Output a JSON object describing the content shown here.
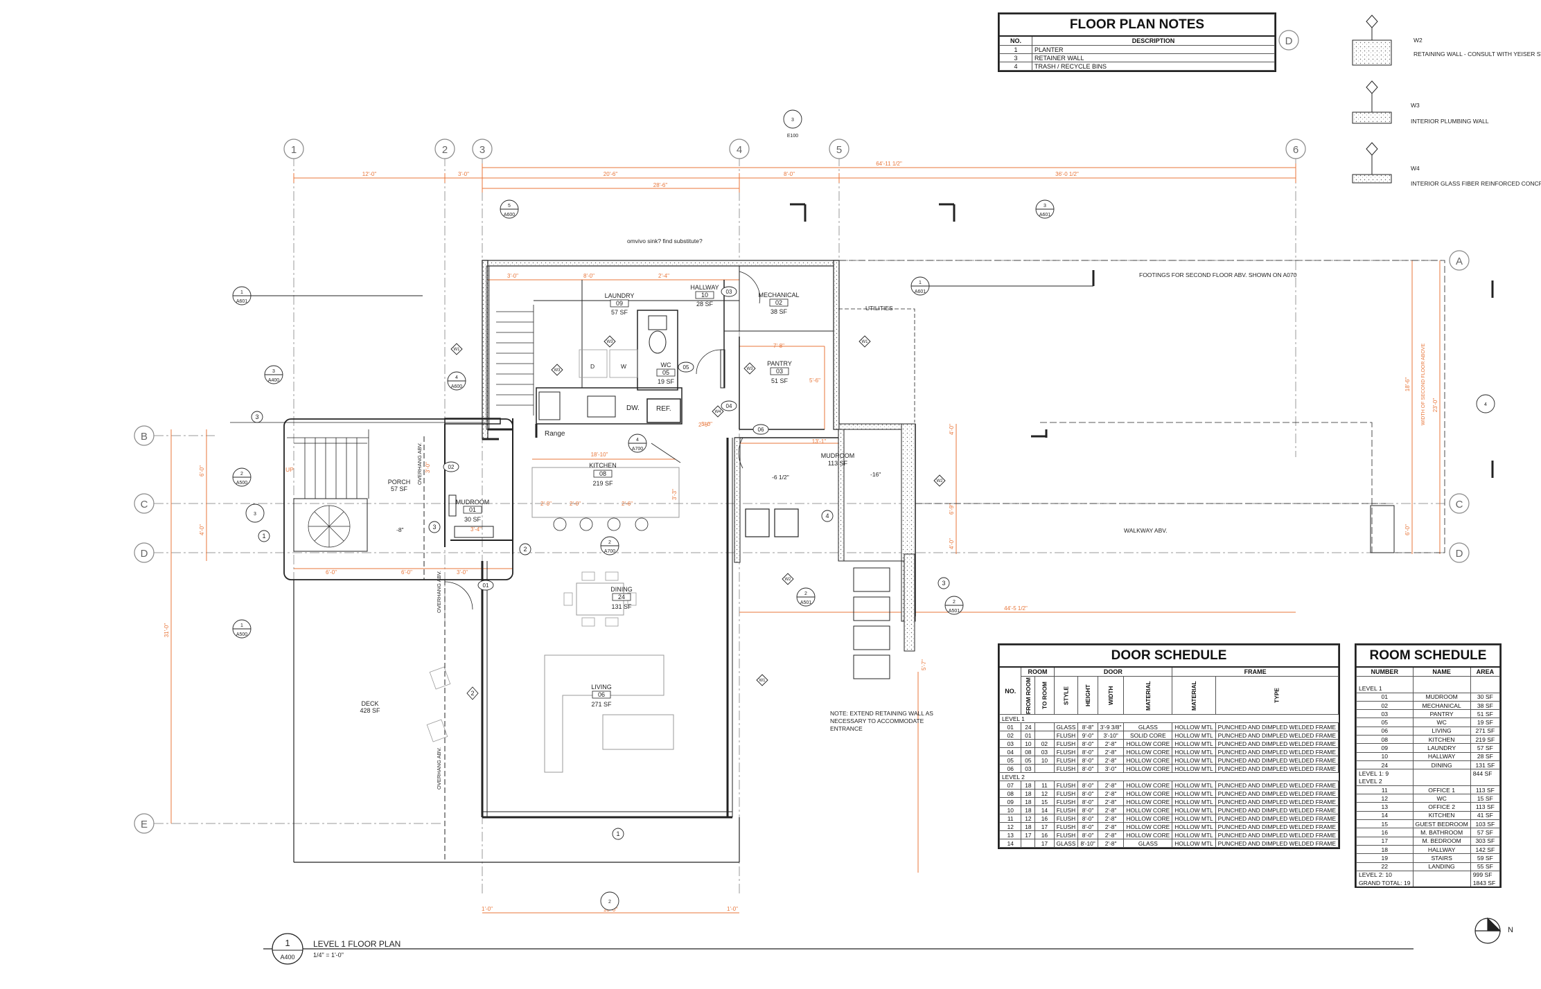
{
  "sheet": {
    "drawing_number": "1",
    "drawing_sheet": "A400",
    "title": "LEVEL 1 FLOOR PLAN",
    "scale": "1/4\" = 1'-0\""
  },
  "grid": {
    "columns": [
      "1",
      "2",
      "3",
      "4",
      "5",
      "6"
    ],
    "rows": [
      "A",
      "B",
      "C",
      "D",
      "E"
    ],
    "right_rows": [
      "A",
      "C",
      "D"
    ],
    "legend_row": "D"
  },
  "dimensions": {
    "top": [
      "12'-0\"",
      "3'-0\"",
      "20'-6\"",
      "8'-0\"",
      "36'-0 1/2\""
    ],
    "top_overall": [
      "28'-6\"",
      "64'-11 1/2\""
    ],
    "interior": [
      "3'-0\"",
      "8'-0\"",
      "2'-4\"",
      "7'-8\"",
      "5'-6\"",
      "18'-10\"",
      "13'-1\"",
      "2'-0\"",
      "2'-0\"",
      "2'-6\"",
      "3'-4\"",
      "2'-6\"",
      "6'-0\"",
      "6'-0\"",
      "3'-0\"",
      "3'-0\"",
      "4'-0\"",
      "3'-3\"",
      "6'-9\"",
      "3'-0\"",
      "4'-0\"",
      "44'-5 1/2\"",
      "5'-7\""
    ],
    "left": [
      "31'-0\"",
      "6'-0\"",
      "4'-0\""
    ],
    "right": [
      "18'-6\"",
      "23'-0\"",
      "6'-0\""
    ],
    "bottom": [
      "1'-0\"",
      "18'-0\"",
      "1'-0\""
    ],
    "side_label": "WIDTH OF SECOND FLOOR ABOVE"
  },
  "rooms_on_plan": [
    {
      "name": "LAUNDRY",
      "num": "09",
      "area": "57 SF"
    },
    {
      "name": "HALLWAY",
      "num": "10",
      "area": "28 SF"
    },
    {
      "name": "MECHANICAL",
      "num": "02",
      "area": "38 SF"
    },
    {
      "name": "WC",
      "num": "05",
      "area": "19 SF"
    },
    {
      "name": "PANTRY",
      "num": "03",
      "area": "51 SF"
    },
    {
      "name": "KITCHEN",
      "num": "08",
      "area": "219 SF"
    },
    {
      "name": "MUDROOM",
      "num": "01",
      "area": "30 SF"
    },
    {
      "name": "DINING",
      "num": "24",
      "area": "131 SF"
    },
    {
      "name": "LIVING",
      "num": "06",
      "area": "271 SF"
    }
  ],
  "annotations": {
    "sink_note": "omvivo sink? find substitute?",
    "footings_note": "FOOTINGS FOR SECOND FLOOR ABV. SHOWN ON A070",
    "utilities": "UTILITIES",
    "walkway": "WALKWAY ABV.",
    "retaining_note": [
      "NOTE: EXTEND RETAINING WALL AS",
      "NECESSARY TO ACCOMMODATE",
      "ENTRANCE"
    ],
    "overhang": "OVERHANG ABV.",
    "porch": {
      "name": "PORCH",
      "area": "57 SF"
    },
    "deck": {
      "name": "DECK",
      "area": "428 SF"
    },
    "mudroom_east": {
      "name": "MUDROOM",
      "area": "113 SF"
    },
    "range": "Range",
    "dw": "DW.",
    "ref": "REF.",
    "up": "UP",
    "d": "D",
    "w": "W",
    "elev_1": "-6 1/2\"",
    "elev_2": "-16\"",
    "elev_3": "-8\""
  },
  "tags": {
    "doors": [
      "01",
      "02",
      "03",
      "04",
      "05",
      "06"
    ],
    "walls": [
      "W1",
      "W2",
      "W3",
      "W4"
    ],
    "keynotes": [
      "1",
      "2",
      "3",
      "4"
    ],
    "section_refs": [
      "A500",
      "A501",
      "A600",
      "A601",
      "A700",
      "E100",
      "A400"
    ],
    "section_nums": [
      "1",
      "2",
      "3",
      "4",
      "5"
    ]
  },
  "floor_plan_notes": {
    "title": "FLOOR PLAN NOTES",
    "headers": [
      "NO.",
      "DESCRIPTION"
    ],
    "rows": [
      [
        "1",
        "PLANTER"
      ],
      [
        "3",
        "RETAINER WALL"
      ],
      [
        "4",
        "TRASH / RECYCLE BINS"
      ]
    ]
  },
  "wall_types": [
    {
      "id": "W2",
      "description": "RETAINING WALL - CONSULT WITH YEISER STRUCT"
    },
    {
      "id": "W3",
      "description": "INTERIOR PLUMBING WALL"
    },
    {
      "id": "W4",
      "description": "INTERIOR GLASS FIBER REINFORCED CONCRETE"
    }
  ],
  "door_schedule": {
    "title": "DOOR SCHEDULE",
    "group_headers": [
      "ROOM",
      "DOOR",
      "FRAME"
    ],
    "headers": [
      "NO.",
      "FROM ROOM",
      "TO ROOM",
      "STYLE",
      "HEIGHT",
      "WIDTH",
      "MATERIAL",
      "MATERIAL",
      "TYPE"
    ],
    "sections": [
      {
        "label": "LEVEL 1",
        "rows": [
          [
            "01",
            "24",
            "",
            "GLASS",
            "8'-8\"",
            "3'-9 3/8\"",
            "GLASS",
            "HOLLOW MTL",
            "PUNCHED AND DIMPLED WELDED FRAME"
          ],
          [
            "02",
            "01",
            "",
            "FLUSH",
            "9'-0\"",
            "3'-10\"",
            "SOLID CORE",
            "HOLLOW MTL",
            "PUNCHED AND DIMPLED WELDED FRAME"
          ],
          [
            "03",
            "10",
            "02",
            "FLUSH",
            "8'-0\"",
            "2'-8\"",
            "HOLLOW CORE",
            "HOLLOW MTL",
            "PUNCHED AND DIMPLED WELDED FRAME"
          ],
          [
            "04",
            "08",
            "03",
            "FLUSH",
            "8'-0\"",
            "2'-8\"",
            "HOLLOW CORE",
            "HOLLOW MTL",
            "PUNCHED AND DIMPLED WELDED FRAME"
          ],
          [
            "05",
            "05",
            "10",
            "FLUSH",
            "8'-0\"",
            "2'-8\"",
            "HOLLOW CORE",
            "HOLLOW MTL",
            "PUNCHED AND DIMPLED WELDED FRAME"
          ],
          [
            "06",
            "03",
            "",
            "FLUSH",
            "8'-0\"",
            "3'-0\"",
            "HOLLOW CORE",
            "HOLLOW MTL",
            "PUNCHED AND DIMPLED WELDED FRAME"
          ]
        ]
      },
      {
        "label": "LEVEL 2",
        "rows": [
          [
            "07",
            "18",
            "11",
            "FLUSH",
            "8'-0\"",
            "2'-8\"",
            "HOLLOW CORE",
            "HOLLOW MTL",
            "PUNCHED AND DIMPLED WELDED FRAME"
          ],
          [
            "08",
            "18",
            "12",
            "FLUSH",
            "8'-0\"",
            "2'-8\"",
            "HOLLOW CORE",
            "HOLLOW MTL",
            "PUNCHED AND DIMPLED WELDED FRAME"
          ],
          [
            "09",
            "18",
            "15",
            "FLUSH",
            "8'-0\"",
            "2'-8\"",
            "HOLLOW CORE",
            "HOLLOW MTL",
            "PUNCHED AND DIMPLED WELDED FRAME"
          ],
          [
            "10",
            "18",
            "14",
            "FLUSH",
            "8'-0\"",
            "2'-8\"",
            "HOLLOW CORE",
            "HOLLOW MTL",
            "PUNCHED AND DIMPLED WELDED FRAME"
          ],
          [
            "11",
            "12",
            "16",
            "FLUSH",
            "8'-0\"",
            "2'-8\"",
            "HOLLOW CORE",
            "HOLLOW MTL",
            "PUNCHED AND DIMPLED WELDED FRAME"
          ],
          [
            "12",
            "18",
            "17",
            "FLUSH",
            "8'-0\"",
            "2'-8\"",
            "HOLLOW CORE",
            "HOLLOW MTL",
            "PUNCHED AND DIMPLED WELDED FRAME"
          ],
          [
            "13",
            "17",
            "16",
            "FLUSH",
            "8'-0\"",
            "2'-8\"",
            "HOLLOW CORE",
            "HOLLOW MTL",
            "PUNCHED AND DIMPLED WELDED FRAME"
          ],
          [
            "14",
            "",
            "17",
            "GLASS",
            "8'-10\"",
            "2'-8\"",
            "GLASS",
            "HOLLOW MTL",
            "PUNCHED AND DIMPLED WELDED FRAME"
          ]
        ]
      }
    ]
  },
  "room_schedule": {
    "title": "ROOM SCHEDULE",
    "headers": [
      "NUMBER",
      "NAME",
      "AREA"
    ],
    "rows": [
      {
        "type": "blank",
        "cells": [
          "",
          "",
          ""
        ]
      },
      {
        "type": "section",
        "cells": [
          "LEVEL 1",
          "",
          ""
        ]
      },
      {
        "type": "row",
        "cells": [
          "01",
          "MUDROOM",
          "30 SF"
        ]
      },
      {
        "type": "row",
        "cells": [
          "02",
          "MECHANICAL",
          "38 SF"
        ]
      },
      {
        "type": "row",
        "cells": [
          "03",
          "PANTRY",
          "51 SF"
        ]
      },
      {
        "type": "row",
        "cells": [
          "05",
          "WC",
          "19 SF"
        ]
      },
      {
        "type": "row",
        "cells": [
          "06",
          "LIVING",
          "271 SF"
        ]
      },
      {
        "type": "row",
        "cells": [
          "08",
          "KITCHEN",
          "219 SF"
        ]
      },
      {
        "type": "row",
        "cells": [
          "09",
          "LAUNDRY",
          "57 SF"
        ]
      },
      {
        "type": "row",
        "cells": [
          "10",
          "HALLWAY",
          "28 SF"
        ]
      },
      {
        "type": "row",
        "cells": [
          "24",
          "DINING",
          "131 SF"
        ]
      },
      {
        "type": "total",
        "cells": [
          "LEVEL 1: 9",
          "",
          "844 SF"
        ]
      },
      {
        "type": "section",
        "cells": [
          "LEVEL 2",
          "",
          ""
        ]
      },
      {
        "type": "row",
        "cells": [
          "11",
          "OFFICE 1",
          "113 SF"
        ]
      },
      {
        "type": "row",
        "cells": [
          "12",
          "WC",
          "15 SF"
        ]
      },
      {
        "type": "row",
        "cells": [
          "13",
          "OFFICE 2",
          "113 SF"
        ]
      },
      {
        "type": "row",
        "cells": [
          "14",
          "KITCHEN",
          "41 SF"
        ]
      },
      {
        "type": "row",
        "cells": [
          "15",
          "GUEST BEDROOM",
          "103 SF"
        ]
      },
      {
        "type": "row",
        "cells": [
          "16",
          "M. BATHROOM",
          "57 SF"
        ]
      },
      {
        "type": "row",
        "cells": [
          "17",
          "M. BEDROOM",
          "303 SF"
        ]
      },
      {
        "type": "row",
        "cells": [
          "18",
          "HALLWAY",
          "142 SF"
        ]
      },
      {
        "type": "row",
        "cells": [
          "19",
          "STAIRS",
          "59 SF"
        ]
      },
      {
        "type": "row",
        "cells": [
          "22",
          "LANDING",
          "55 SF"
        ]
      },
      {
        "type": "total",
        "cells": [
          "LEVEL 2: 10",
          "",
          "999 SF"
        ]
      },
      {
        "type": "total",
        "cells": [
          "GRAND TOTAL: 19",
          "",
          "1843 SF"
        ]
      }
    ]
  },
  "colors": {
    "line": "#222222",
    "dimension": "#e8763a",
    "grid": "#9a9a9a",
    "concrete": "#777777"
  }
}
